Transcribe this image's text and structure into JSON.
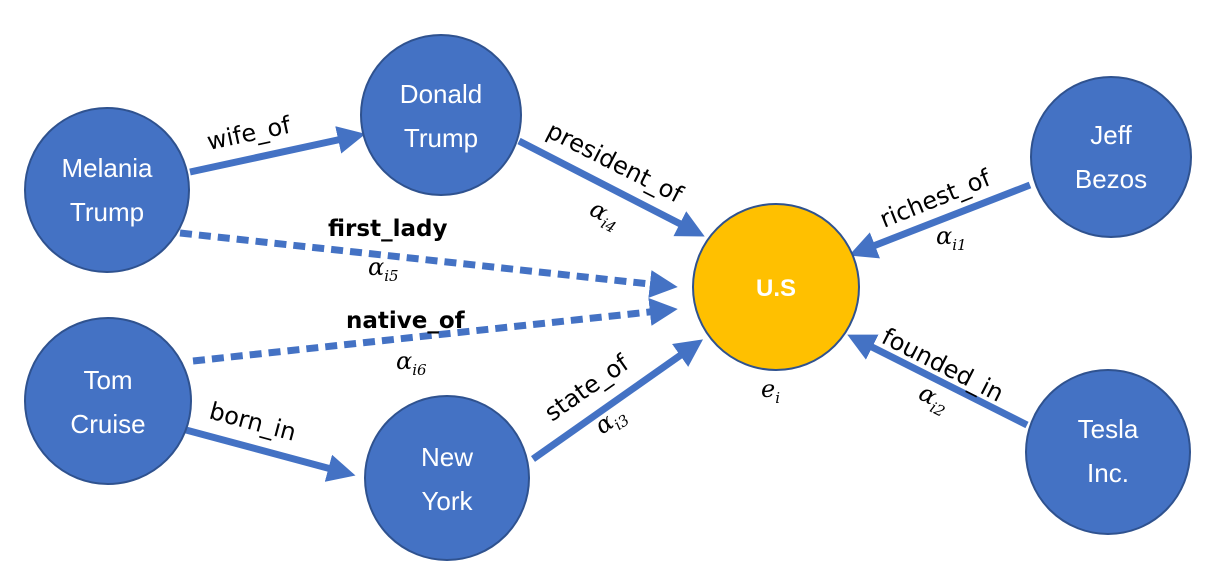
{
  "colors": {
    "node_fill": "#4472C4",
    "node_stroke": "#2F528F",
    "center_fill": "#FFC000",
    "center_stroke": "#2F528F",
    "edge": "#4472C4"
  },
  "nodes": {
    "melania": [
      "Melania",
      "Trump"
    ],
    "donald": [
      "Donald",
      "Trump"
    ],
    "tom": [
      "Tom",
      "Cruise"
    ],
    "newyork": [
      "New",
      "York"
    ],
    "jeff": [
      "Jeff",
      "Bezos"
    ],
    "tesla": [
      "Tesla",
      "Inc."
    ],
    "us": "U.S"
  },
  "center_symbol": {
    "base": "e",
    "sub": "i"
  },
  "edges": {
    "wife_of": "wife_of",
    "president_of": "president_of",
    "first_lady": "first_lady",
    "native_of": "native_of",
    "born_in": "born_in",
    "state_of": "state_of",
    "richest_of": "richest_of",
    "founded_in": "founded_in"
  },
  "weights": {
    "a1": {
      "base": "α",
      "sub": "i1"
    },
    "a2": {
      "base": "α",
      "sub": "i2"
    },
    "a3": {
      "base": "α",
      "sub": "i3"
    },
    "a4": {
      "base": "α",
      "sub": "i4"
    },
    "a5": {
      "base": "α",
      "sub": "i5"
    },
    "a6": {
      "base": "α",
      "sub": "i6"
    }
  }
}
